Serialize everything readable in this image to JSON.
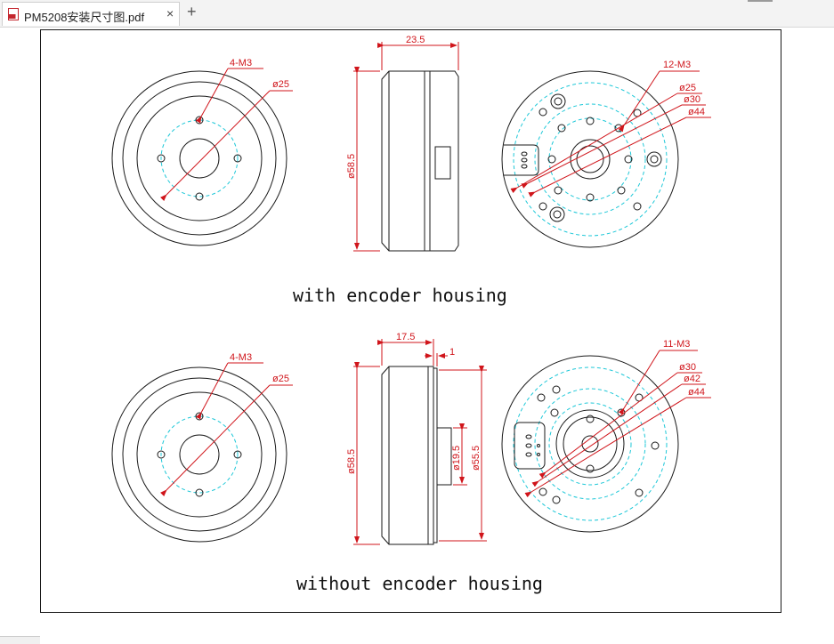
{
  "window": {
    "tab_title": "PM5208安装尺寸图.pdf",
    "close_label": "×",
    "new_tab_label": "+",
    "icons": {
      "file": "pdf-file-icon",
      "close": "close-icon",
      "add": "plus-icon"
    }
  },
  "drawing": {
    "top": {
      "caption": "with encoder housing",
      "front": {
        "holes": "4-M3",
        "dia": "ø25"
      },
      "side": {
        "width": "23.5",
        "dia": "ø58.5"
      },
      "rear": {
        "holes": "12-M3",
        "d1": "ø25",
        "d2": "ø30",
        "d3": "ø44"
      }
    },
    "bottom": {
      "caption": "without encoder housing",
      "front": {
        "holes": "4-M3",
        "dia": "ø25"
      },
      "side": {
        "width": "17.5",
        "step": "1",
        "dia": "ø58.5",
        "d_inner": "ø19.5",
        "d_outer": "ø55.5"
      },
      "rear": {
        "holes": "11-M3",
        "d1": "ø30",
        "d2": "ø42",
        "d3": "ø44"
      }
    }
  },
  "colors": {
    "dimension": "#d0151b",
    "centerline": "#1ec8d8",
    "outline": "#1a1a1a"
  }
}
